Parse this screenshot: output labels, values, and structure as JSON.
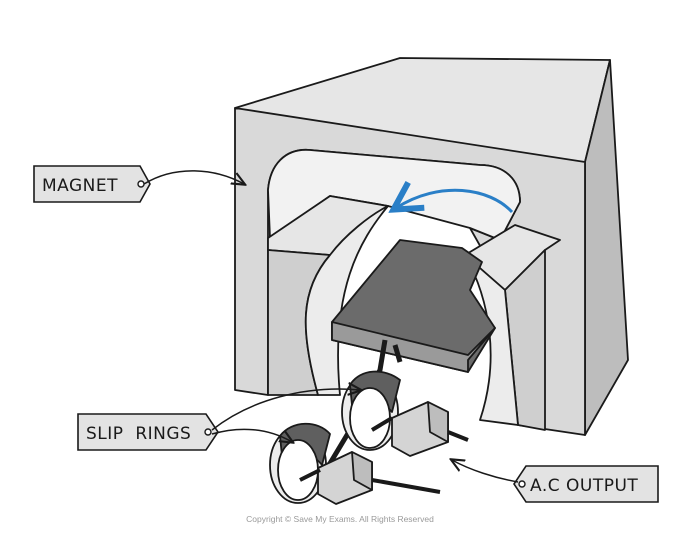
{
  "labels": {
    "magnet": "MAGNET",
    "slip_rings": "SLIP  RINGS",
    "ac_output": "A.C OUTPUT"
  },
  "copyright": "Copyright © Save My Exams. All Rights Reserved",
  "colors": {
    "magnet_front": "#d9d9d9",
    "magnet_side": "#bdbdbd",
    "magnet_top": "#e6e6e6",
    "coil_top": "#6b6b6b",
    "coil_side": "#9a9a9a",
    "rotation_arrow": "#2a7fc7",
    "tag_fill": "#e3e3e3",
    "outline": "#1a1a1a"
  },
  "icons": {
    "rotation": "curved-arrow-icon"
  }
}
